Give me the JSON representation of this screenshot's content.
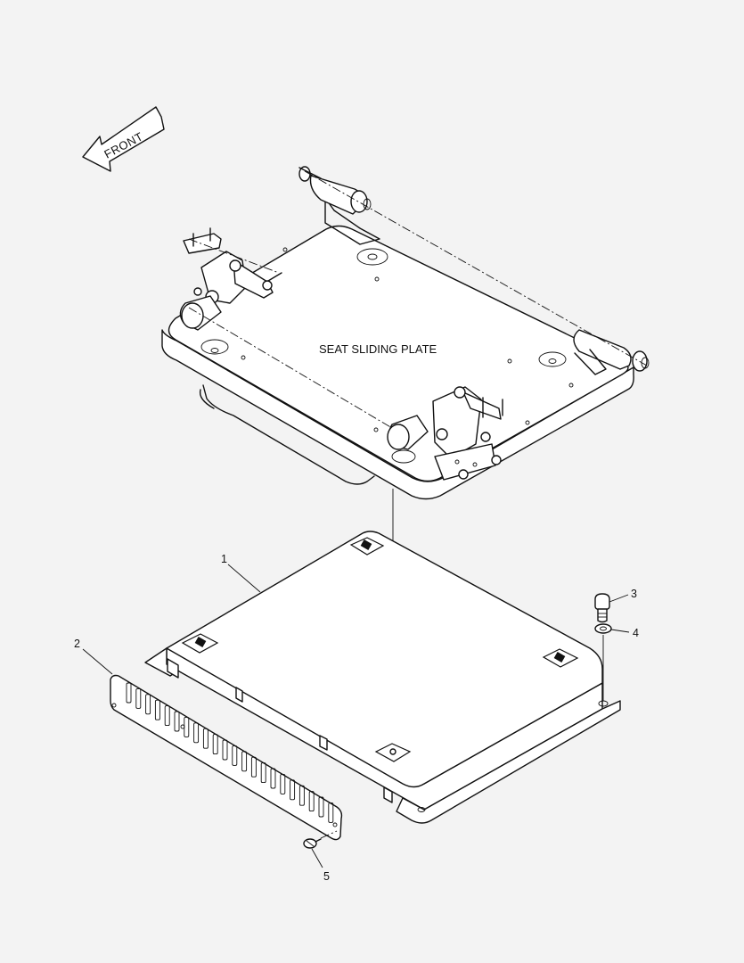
{
  "diagram": {
    "front_label": "FRONT",
    "seat_label": "SEAT SLIDING PLATE",
    "parts": [
      {
        "number": "1"
      },
      {
        "number": "2"
      },
      {
        "number": "3"
      },
      {
        "number": "4"
      },
      {
        "number": "5"
      }
    ]
  },
  "colors": {
    "background": "#f3f3f3",
    "ink": "#111111"
  }
}
